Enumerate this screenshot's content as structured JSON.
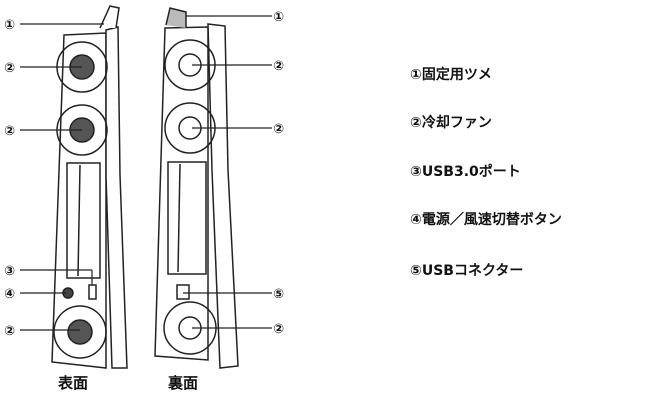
{
  "callouts": {
    "c1": "①",
    "c2": "②",
    "c3": "③",
    "c4": "④",
    "c5": "⑤"
  },
  "captions": {
    "front": "表面",
    "back": "裏面"
  },
  "legend": [
    "①固定用ツメ",
    "②冷却ファン",
    "③USB3.0ポート",
    "④電源／風速切替ボタン",
    "⑤USBコネクター"
  ]
}
